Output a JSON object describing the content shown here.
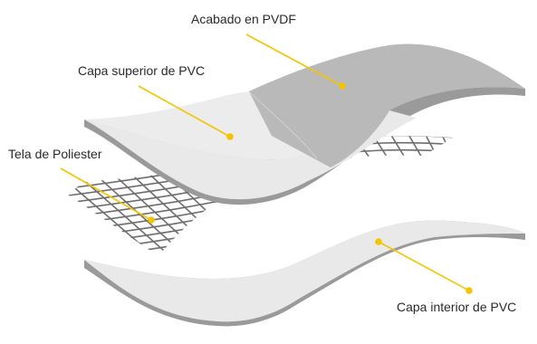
{
  "labels": {
    "pvdf_finish": "Acabado en PVDF",
    "top_pvc": "Capa superior de PVC",
    "polyester_fabric": "Tela de Poliester",
    "bottom_pvc": "Capa interior de PVC"
  },
  "colors": {
    "leader_line": "#F2C500",
    "pvdf_layer": "#B9B9B9",
    "pvc_layer": "#E9E9E9",
    "layer_edge": "#9A9A9A",
    "fabric_mesh": "#6E6E6E",
    "label_text": "#2A2A2A"
  }
}
